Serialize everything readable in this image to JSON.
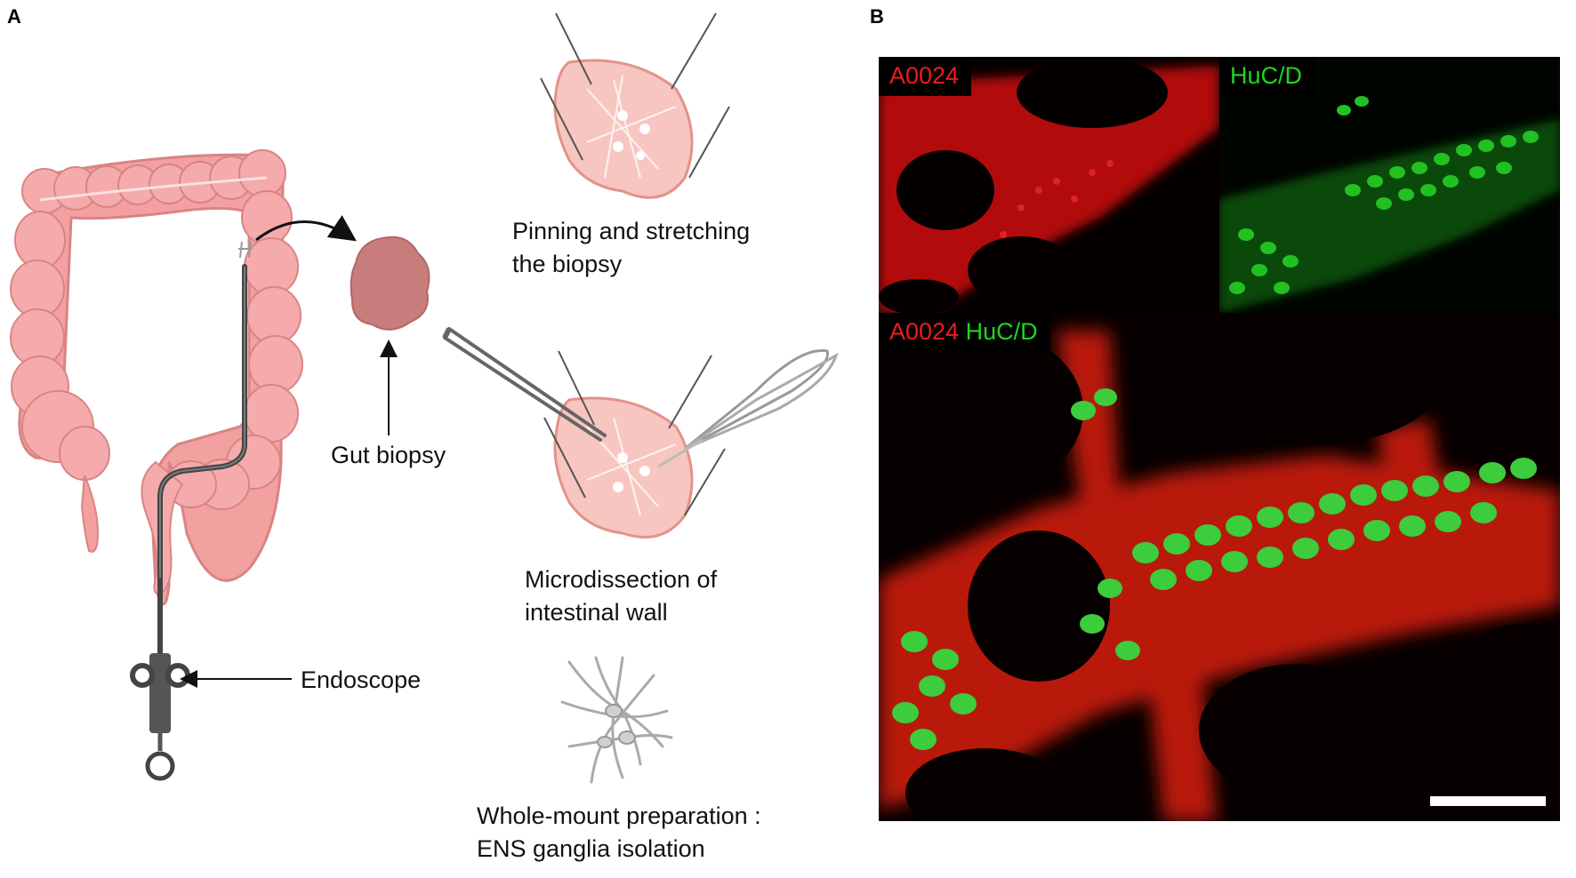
{
  "panels": {
    "a": "A",
    "b": "B"
  },
  "schematic": {
    "gut_biopsy": "Gut biopsy",
    "endoscope": "Endoscope",
    "pinning_line1": "Pinning and stretching",
    "pinning_line2": "the biopsy",
    "microdissection_line1": "Microdissection of",
    "microdissection_line2": "intestinal wall",
    "wholemount_line1": "Whole-mount preparation :",
    "wholemount_line2": "ENS ganglia isolation"
  },
  "micrographs": {
    "top_left_label": "A0024",
    "top_right_label": "HuC/D",
    "merge_label_red": "A0024",
    "merge_label_green": "HuC/D"
  },
  "colors": {
    "colon": "#f2a0a0",
    "colon_dark": "#d98484",
    "biopsy": "#c97c7c",
    "a0024": "#ee1c1c",
    "huc_d": "#1fd61f"
  }
}
